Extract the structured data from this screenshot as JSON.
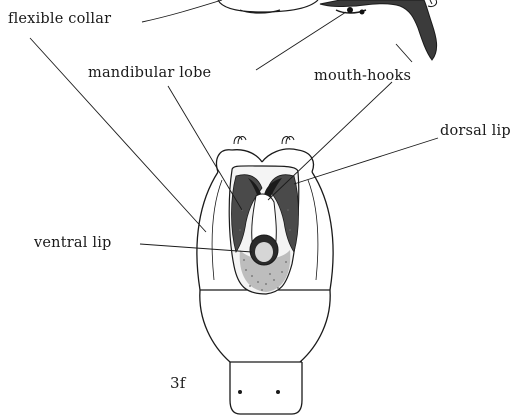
{
  "labels": {
    "flexible_collar": "flexible collar",
    "mandibular_lobe": "mandibular lobe",
    "mouth_hooks": "mouth-hooks",
    "dorsal_lip": "dorsal lip",
    "ventral_lip": "ventral lip"
  },
  "figure_number": "3f",
  "colors": {
    "ink": "#1a1a1a",
    "stipple": "#6b6b6b",
    "shading": "#4a4a4a",
    "paper": "#ffffff"
  }
}
